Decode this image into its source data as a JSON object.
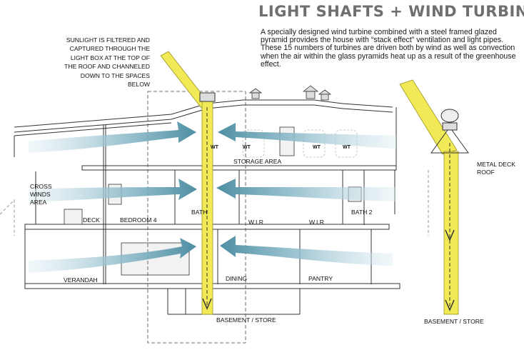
{
  "title": "LIGHT SHAFTS + WIND TURBINES",
  "description": [
    "A specially designed wind turbine combined with a steel framed glazed pyramid provides the house with “stack effect” ventilation and light pipes.",
    "These 15 numbers of turbines are driven both by wind as well as convection when the air within the glass pyramids heat up as a result of the greenhouse effect."
  ],
  "annotations": {
    "sunlight_note": "SUNLIGHT IS FILTERED AND CAPTURED THROUGH THE LIGHT BOX AT THE TOP OF THE ROOF AND CHANNELED DOWN TO THE SPACES BELOW",
    "cross_winds": "CROSS WINDS AREA",
    "metal_deck": "METAL DECK ROOF"
  },
  "rooms": {
    "storage": "STORAGE AREA",
    "deck": "DECK",
    "bedroom": "BEDROOM 4",
    "bath": "BATH",
    "wir_1": "W.I.R",
    "wir_2": "W.I.R",
    "bath2": "BATH 2",
    "verandah": "VERANDAH",
    "dining": "DINING",
    "pantry": "PANTRY",
    "basement": "BASEMENT / STORE",
    "basement_detail": "BASEMENT / STORE"
  },
  "turbine_label": "WT",
  "colors": {
    "light_shaft": "#f1ea56",
    "light_shaft_edge": "#9c9420",
    "wind_arrow": "#4d8ea3",
    "title": "#6f6f6f"
  }
}
